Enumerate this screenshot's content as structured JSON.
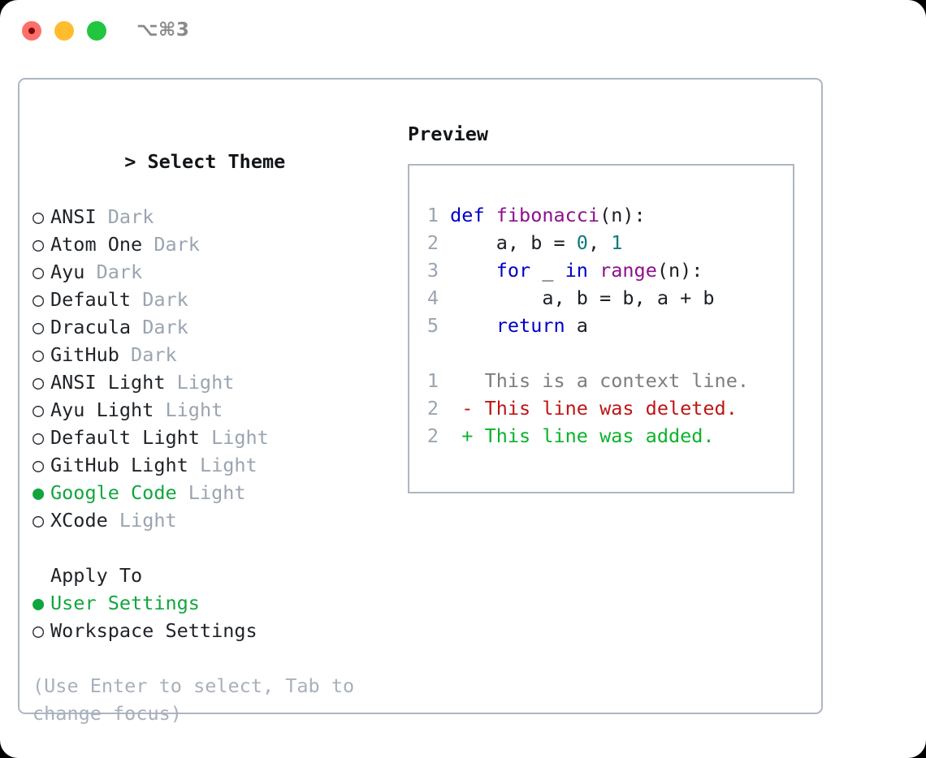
{
  "window": {
    "shortcut": "⌥⌘3",
    "traffic_lights": [
      {
        "name": "close",
        "color": "#fd6f6b"
      },
      {
        "name": "minimize",
        "color": "#ffbd2e"
      },
      {
        "name": "maximize",
        "color": "#22c540"
      }
    ]
  },
  "colors": {
    "accent_green": "#11a63d",
    "tag_muted": "#9aa4b2",
    "border": "#aeb6c2",
    "keyword": "#0000c8",
    "function": "#8e0f8e",
    "number": "#0d7b7b",
    "diff_delete": "#c01515",
    "diff_add": "#0ab32a",
    "diff_context": "#7d7d7d",
    "line_number": "#9aa4b2"
  },
  "theme_picker": {
    "prompt_marker": ">",
    "title": "Select Theme",
    "bullet_selected": "●",
    "bullet_unselected": "○",
    "items": [
      {
        "name": "ANSI",
        "tag": "Dark",
        "selected": false
      },
      {
        "name": "Atom One",
        "tag": "Dark",
        "selected": false
      },
      {
        "name": "Ayu",
        "tag": "Dark",
        "selected": false
      },
      {
        "name": "Default",
        "tag": "Dark",
        "selected": false
      },
      {
        "name": "Dracula",
        "tag": "Dark",
        "selected": false
      },
      {
        "name": "GitHub",
        "tag": "Dark",
        "selected": false
      },
      {
        "name": "ANSI Light",
        "tag": "Light",
        "selected": false
      },
      {
        "name": "Ayu Light",
        "tag": "Light",
        "selected": false
      },
      {
        "name": "Default Light",
        "tag": "Light",
        "selected": false
      },
      {
        "name": "GitHub Light",
        "tag": "Light",
        "selected": false
      },
      {
        "name": "Google Code",
        "tag": "Light",
        "selected": true
      },
      {
        "name": "XCode",
        "tag": "Light",
        "selected": false
      }
    ]
  },
  "apply_to": {
    "title": "Apply To",
    "items": [
      {
        "name": "User Settings",
        "selected": true
      },
      {
        "name": "Workspace Settings",
        "selected": false
      }
    ]
  },
  "hint": "(Use Enter to select, Tab to change focus)",
  "preview": {
    "title": "Preview",
    "code_lines": [
      {
        "number": "1",
        "tokens": [
          {
            "text": "def ",
            "kind": "kw"
          },
          {
            "text": "fibonacci",
            "kind": "fn"
          },
          {
            "text": "(n):",
            "kind": "pl"
          }
        ]
      },
      {
        "number": "2",
        "tokens": [
          {
            "text": "    a, b = ",
            "kind": "pl"
          },
          {
            "text": "0",
            "kind": "num"
          },
          {
            "text": ", ",
            "kind": "pl"
          },
          {
            "text": "1",
            "kind": "num"
          }
        ]
      },
      {
        "number": "3",
        "tokens": [
          {
            "text": "    ",
            "kind": "pl"
          },
          {
            "text": "for",
            "kind": "kw"
          },
          {
            "text": " _ ",
            "kind": "pl"
          },
          {
            "text": "in",
            "kind": "kw"
          },
          {
            "text": " ",
            "kind": "pl"
          },
          {
            "text": "range",
            "kind": "fn"
          },
          {
            "text": "(n):",
            "kind": "pl"
          }
        ]
      },
      {
        "number": "4",
        "tokens": [
          {
            "text": "        a, b = b, a + b",
            "kind": "pl"
          }
        ]
      },
      {
        "number": "5",
        "tokens": [
          {
            "text": "    ",
            "kind": "pl"
          },
          {
            "text": "return",
            "kind": "kw"
          },
          {
            "text": " a",
            "kind": "pl"
          }
        ]
      }
    ],
    "diff_lines": [
      {
        "number": "1",
        "sign": " ",
        "text": "This is a context line.",
        "kind": "ctx"
      },
      {
        "number": "2",
        "sign": "-",
        "text": "This line was deleted.",
        "kind": "del"
      },
      {
        "number": "2",
        "sign": "+",
        "text": "This line was added.",
        "kind": "add"
      }
    ]
  }
}
